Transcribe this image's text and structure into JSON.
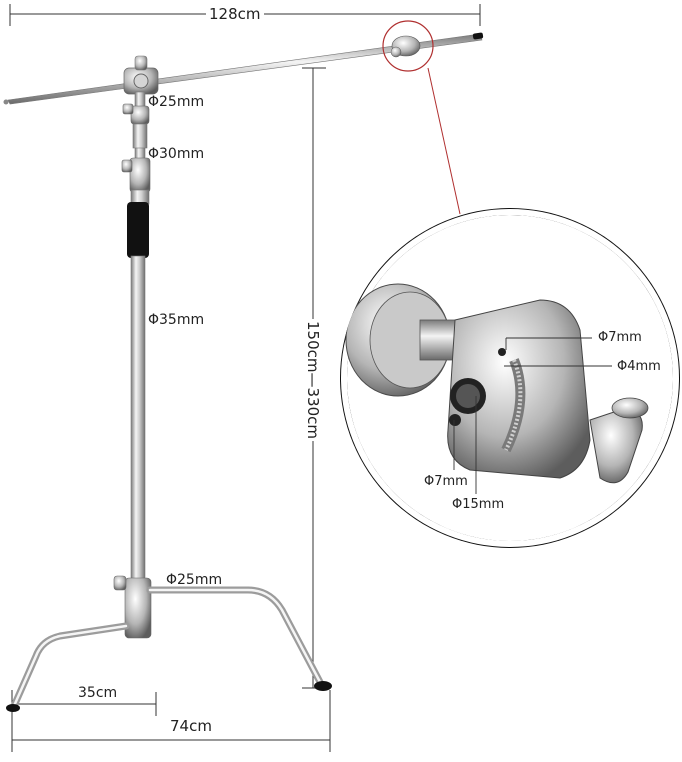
{
  "dimensions": {
    "boom_length": "128cm",
    "height_range": "150cm—330cm",
    "diameter_top": "Φ25mm",
    "diameter_middle": "Φ30mm",
    "diameter_bottom": "Φ35mm",
    "diameter_base": "Φ25mm",
    "leg_short": "35cm",
    "leg_span": "74cm"
  },
  "detail": {
    "hole_top": "Φ7mm",
    "pin": "Φ4mm",
    "hole_side": "Φ7mm",
    "bore": "Φ15mm"
  },
  "colors": {
    "steel_light": "#f2f2f2",
    "steel_dark": "#8a8a8a",
    "grip": "#111111",
    "leader": "#b03030",
    "detail_bg": "#111111"
  }
}
